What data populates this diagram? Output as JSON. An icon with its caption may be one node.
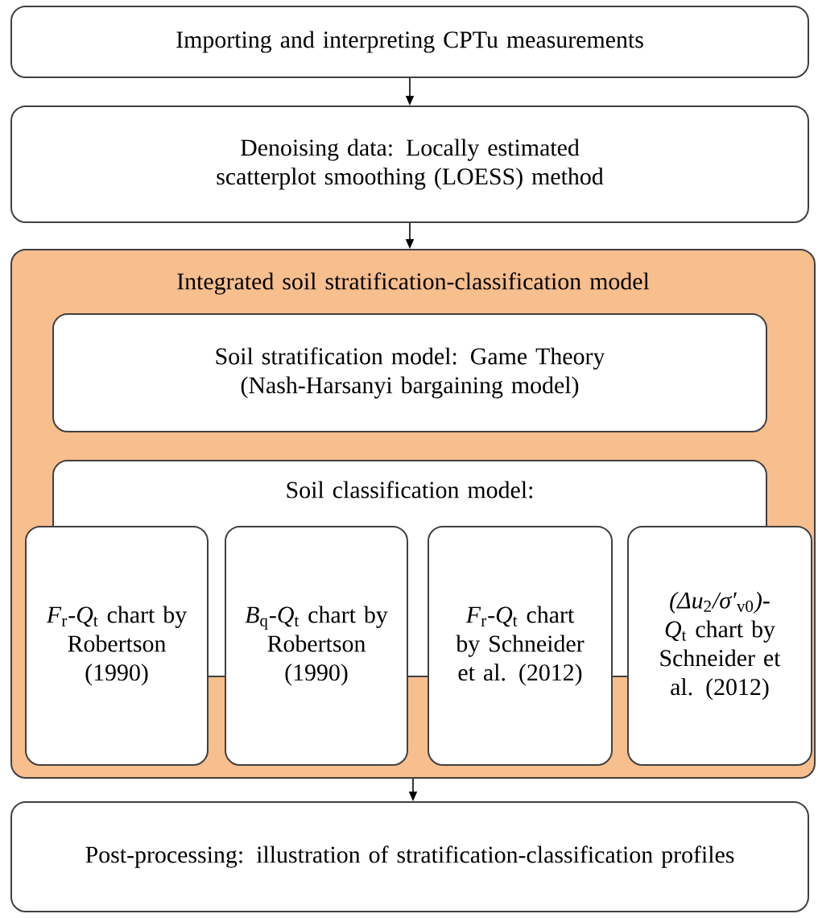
{
  "diagram": {
    "nodes": [
      {
        "text": [
          "Importing and interpreting CPTu measurements"
        ]
      },
      {
        "text": [
          "Denoising data: Locally estimated scatterplot smoothing (LOESS) method"
        ]
      },
      {
        "text": [
          "Integrated soil stratification-classification model"
        ]
      },
      {
        "text": [
          "Soil stratification model: Game Theory (Nash-Harsanyi bargaining model)"
        ],
        "in": 2
      },
      {
        "text": [
          "Soil classification model:"
        ],
        "in": 2
      },
      {
        "text": [
          "*F*$_{r}$-*Q*$_{t}$ chart by Robertson (1990)"
        ],
        "in": 2
      },
      {
        "text": [
          "*B*$_{q}$-*Q*$_{t}$ chart by Robertson (1990)"
        ],
        "in": 2
      },
      {
        "text": [
          "*F*$_{r}$-*Q*$_{t}$ chart by Schneider et al. (2012)"
        ],
        "in": 2
      },
      {
        "text": [
          "*(Δu*$_{2}$*/σ′*$_{v0}$*)*-*Q*$_{t}$ chart by Schneider et al. (2012)"
        ],
        "in": 2
      },
      {
        "text": [
          "Post-processing: illustration of stratification-classification profiles"
        ]
      }
    ],
    "edges": [
      {
        "from": 0,
        "to": 1,
        "arrow": "to"
      },
      {
        "from": 1,
        "to": 2,
        "arrow": "to"
      },
      {
        "from": 2,
        "to": 9,
        "arrow": "to"
      }
    ]
  }
}
